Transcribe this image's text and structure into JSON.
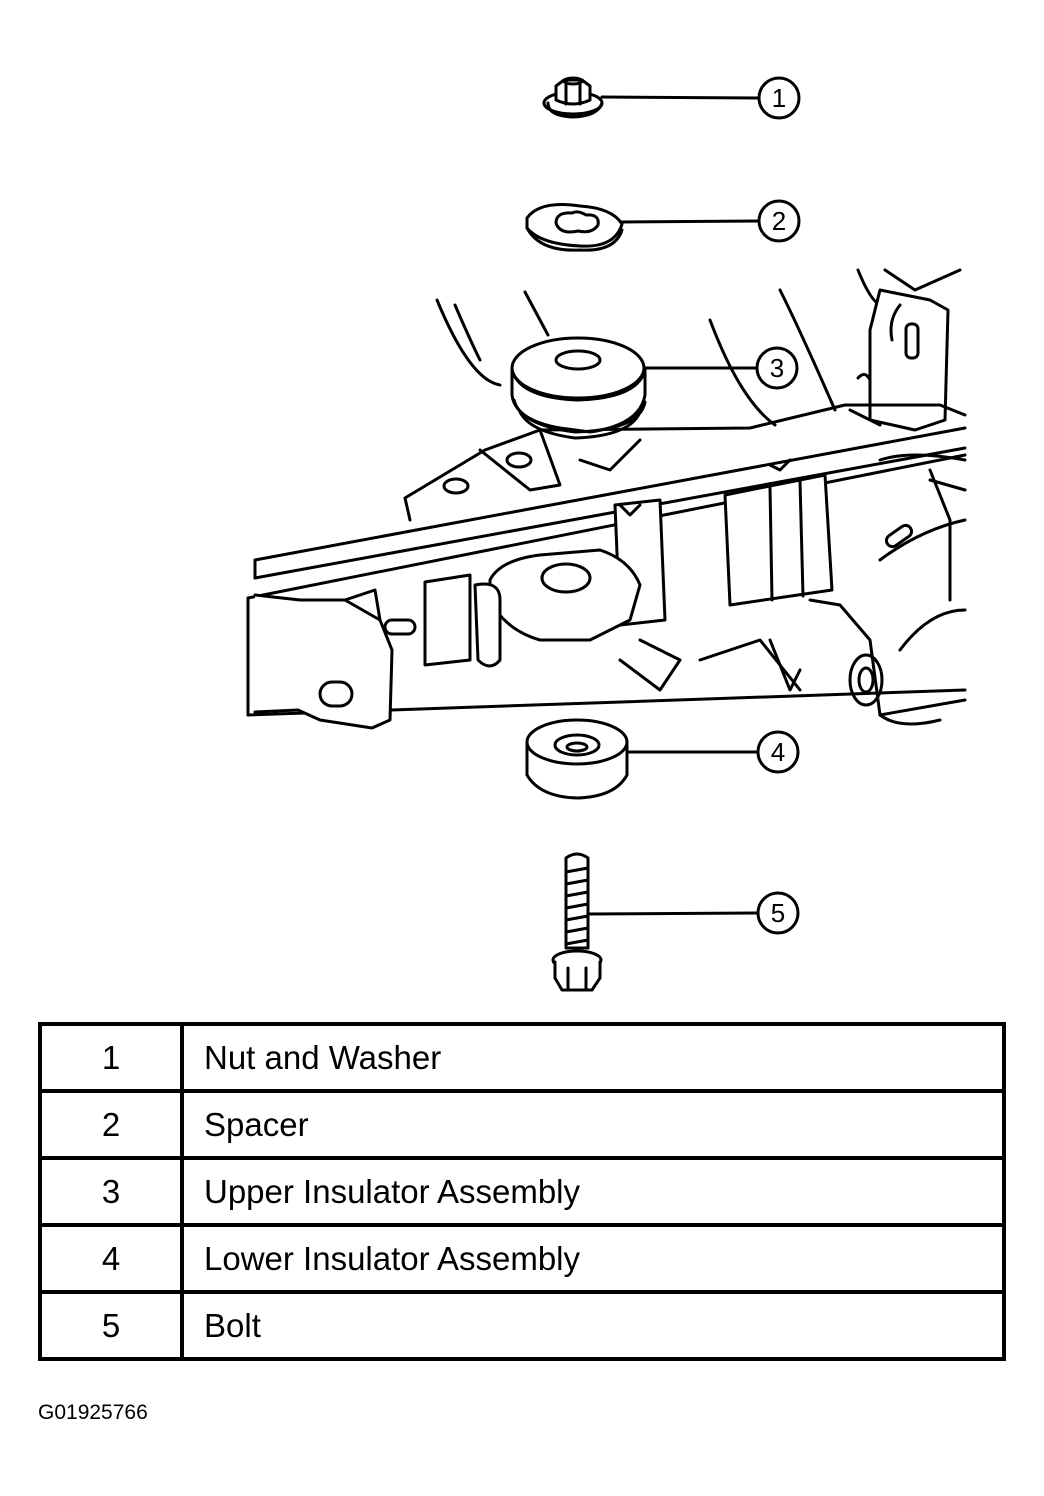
{
  "parts": [
    {
      "number": "1",
      "label": "Nut and Washer"
    },
    {
      "number": "2",
      "label": "Spacer"
    },
    {
      "number": "3",
      "label": "Upper Insulator Assembly"
    },
    {
      "number": "4",
      "label": "Lower Insulator Assembly"
    },
    {
      "number": "5",
      "label": "Bolt"
    }
  ],
  "figure_id": "G01925766",
  "colors": {
    "ink": "#000000",
    "paper": "#ffffff"
  }
}
